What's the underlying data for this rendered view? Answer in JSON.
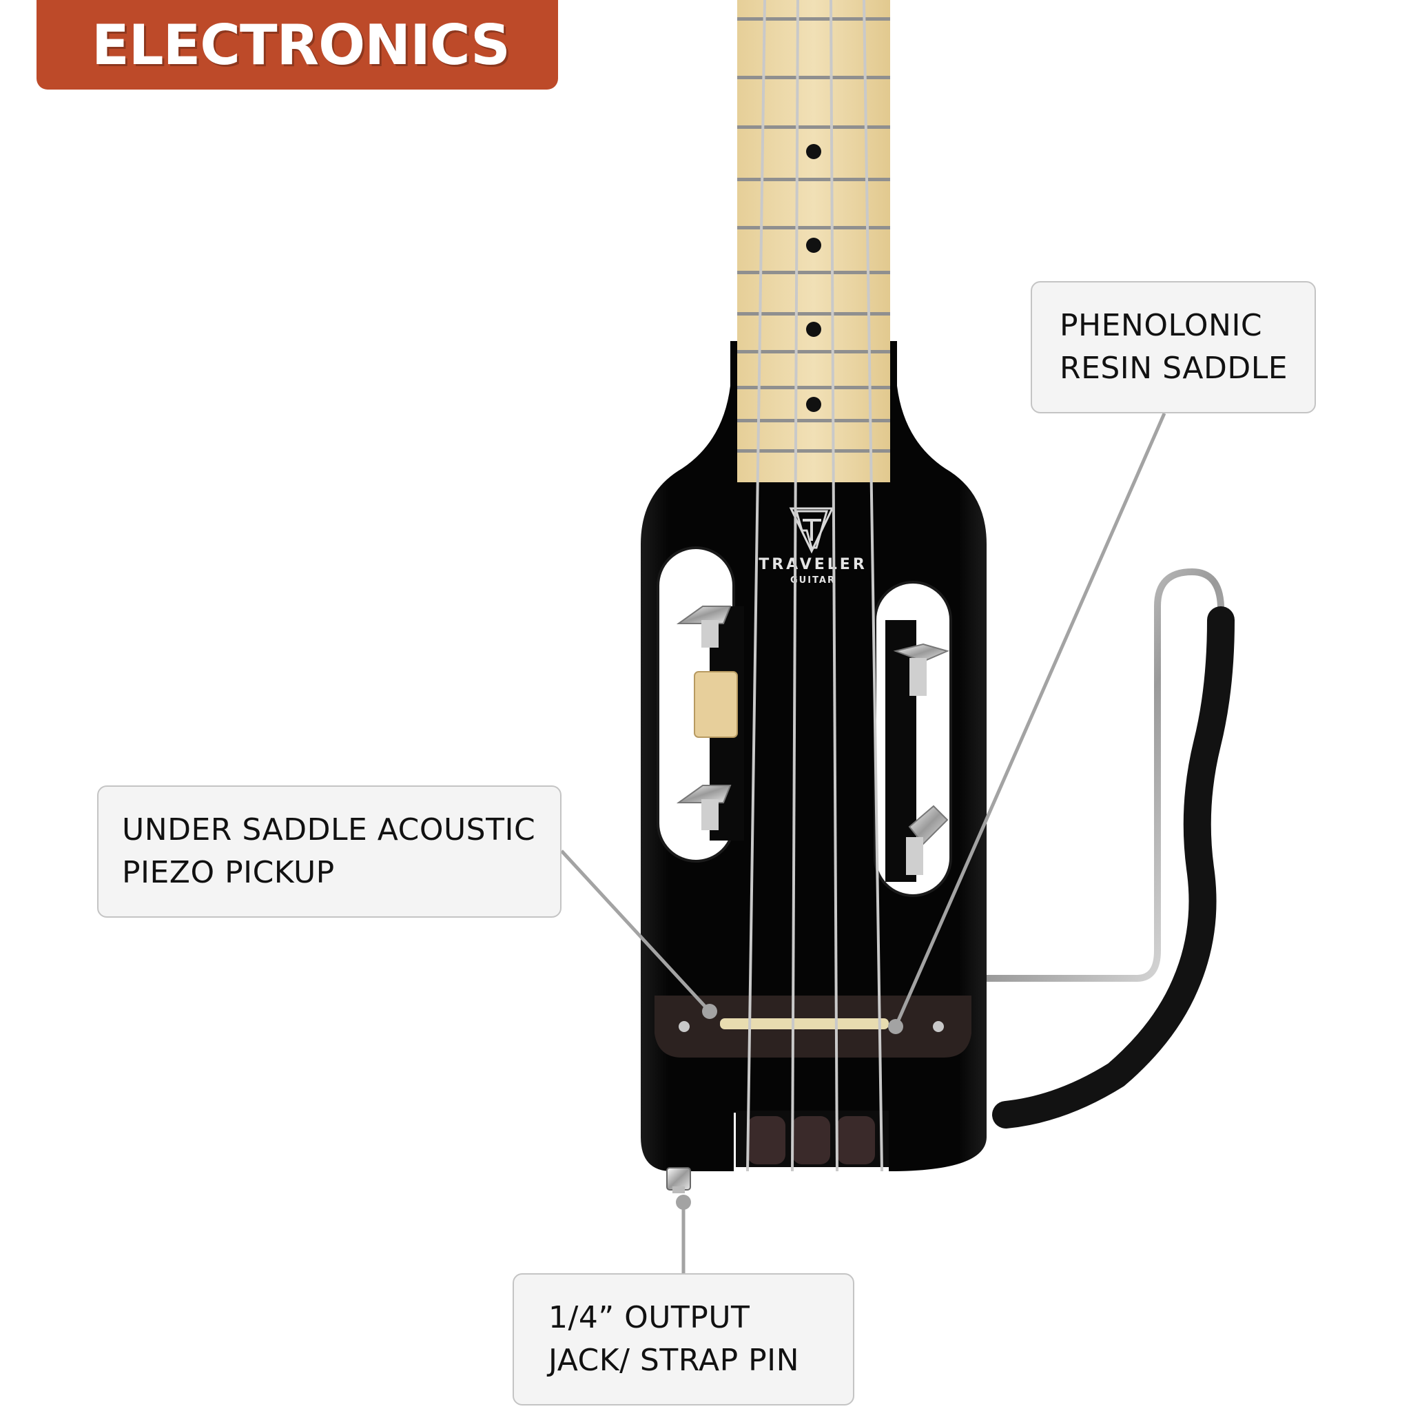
{
  "banner": {
    "title": "ELECTRONICS",
    "color": "#bd4a29"
  },
  "callouts": {
    "saddle": {
      "line1": "PHENOLONIC",
      "line2": "RESIN SADDLE"
    },
    "piezo": {
      "line1": "UNDER SADDLE ACOUSTIC",
      "line2": "PIEZO PICKUP"
    },
    "jack": {
      "line1": "1/4” OUTPUT",
      "line2": "JACK/ STRAP PIN"
    }
  },
  "product": {
    "brand_line1": "TRAVELER",
    "brand_line2": "GUITAR",
    "body_color": "#050505",
    "neck_color": "#ecd9a8",
    "fret_marker_color": "#111111"
  }
}
